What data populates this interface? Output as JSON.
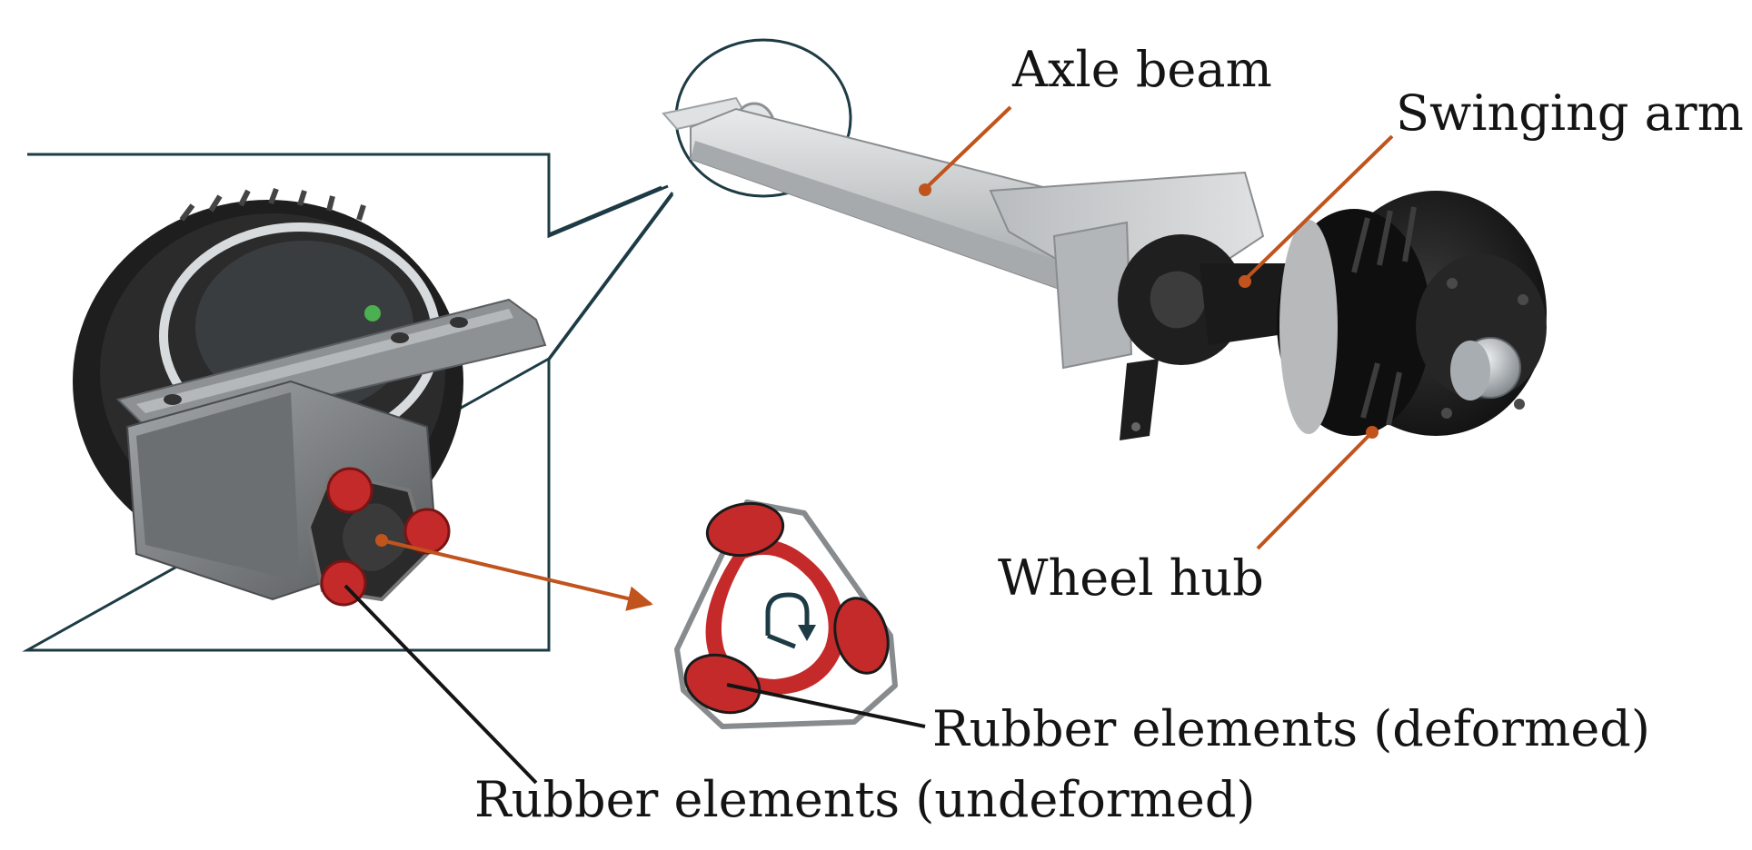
{
  "labels": {
    "axle_beam": "Axle beam",
    "swinging_arm": "Swinging arm",
    "wheel_hub": "Wheel hub",
    "rubber_deformed": "Rubber elements (deformed)",
    "rubber_undeformed": "Rubber elements (undeformed)"
  },
  "colors": {
    "leader_orange": "#c0541c",
    "leader_black": "#141414",
    "callout_frame": "#1d3b45",
    "rubber_red": "#c42a2a",
    "galvanized": "#c9cccd",
    "drum_black": "#1c1c1c",
    "housing_gray": "#8a8d8f"
  },
  "icons": {
    "rotation": "rotation-arrow-icon"
  }
}
